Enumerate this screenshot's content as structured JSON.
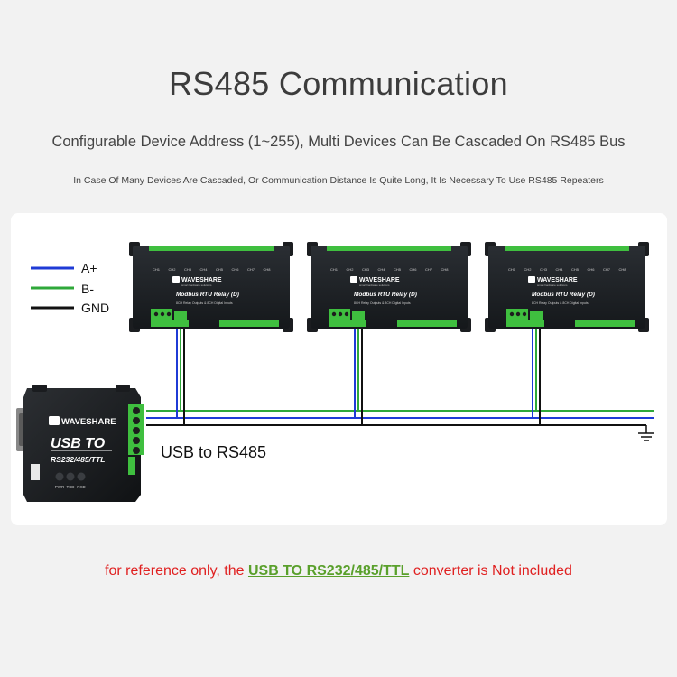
{
  "title": "RS485 Communication",
  "subtitle": "Configurable Device Address (1~255), Multi Devices Can Be Cascaded On RS485 Bus",
  "note": "In Case Of Many Devices Are Cascaded, Or Communication Distance Is Quite Long, It Is Necessary To Use RS485 Repeaters",
  "legend": [
    {
      "label": "A+",
      "color": "#1f3bd6"
    },
    {
      "label": "B-",
      "color": "#2fa83a"
    },
    {
      "label": "GND",
      "color": "#111111"
    }
  ],
  "relay_module": {
    "brand": "WAVESHARE",
    "brand_sub": "smart hardware solutions",
    "model": "Modbus RTU Relay (D)",
    "desc": "8CH Relay Outputs & 8CH Digital Inputs",
    "channels": [
      "CH1",
      "CH2",
      "CH3",
      "CH4",
      "CH5",
      "CH6",
      "CH7",
      "CH8"
    ]
  },
  "converter": {
    "brand": "WAVESHARE",
    "label_main": "USB TO",
    "label_sub": "RS232/485/TTL",
    "leds": [
      "PWR",
      "TXD",
      "RXD"
    ]
  },
  "converter_caption": "USB to RS485",
  "footer": {
    "prefix": "for reference only, the ",
    "link": "USB TO RS232/485/TTL",
    "suffix": " converter is Not included"
  }
}
